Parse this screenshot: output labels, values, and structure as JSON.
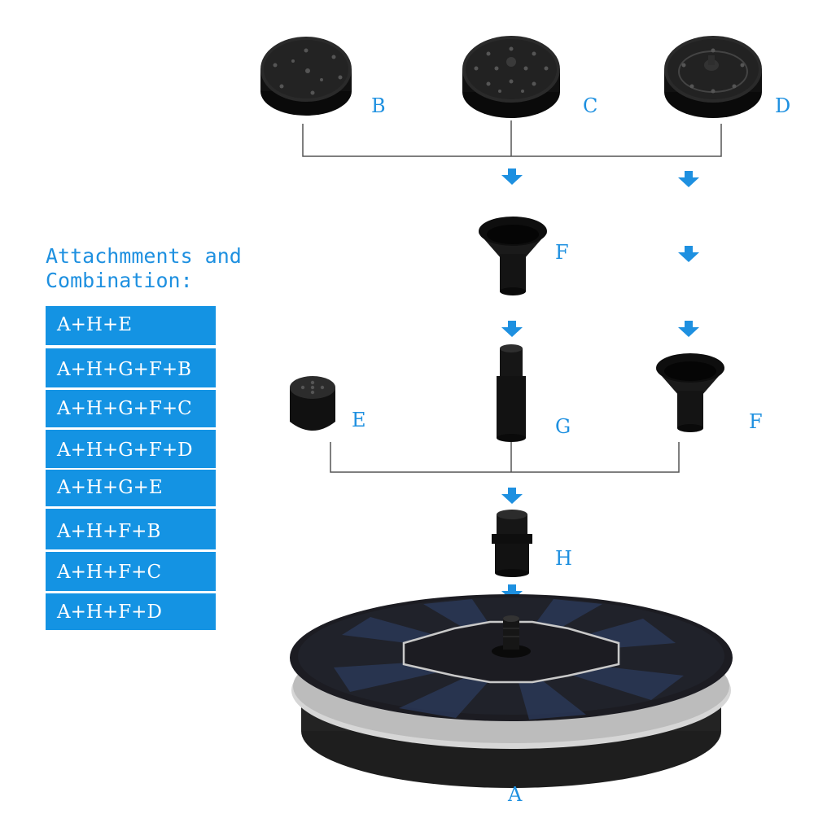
{
  "heading": {
    "line1": "Attachmments and",
    "line2": "Combination:"
  },
  "combinations": [
    "A+H+E",
    "A+H+G+F+B",
    "A+H+G+F+C",
    "A+H+G+F+D",
    "A+H+G+E",
    "A+H+F+B",
    "A+H+F+C",
    "A+H+F+D"
  ],
  "parts": {
    "A": "A",
    "B": "B",
    "C": "C",
    "D": "D",
    "E": "E",
    "F": "F",
    "G": "G",
    "H": "H"
  },
  "colors": {
    "accent": "#1493e3",
    "label": "#1e90e0",
    "arrow": "#1e90e0",
    "connector": "#555555",
    "part": "#111111"
  }
}
